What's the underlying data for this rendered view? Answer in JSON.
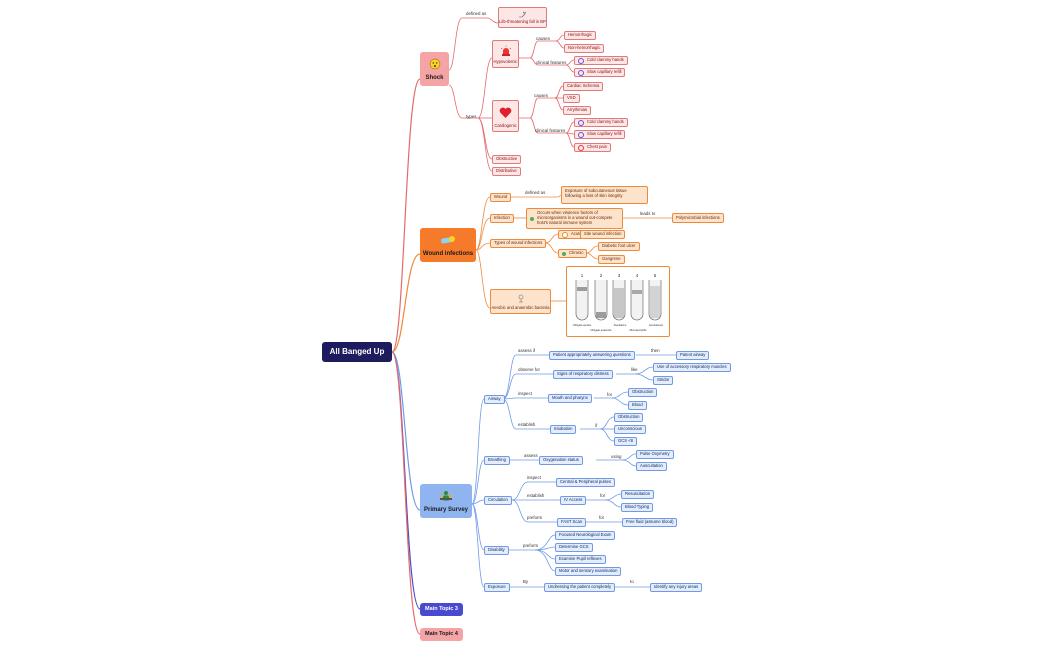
{
  "root": "All Banged Up",
  "colors": {
    "shock": "#e46a6a",
    "wound": "#ee8a3c",
    "primary": "#6f9ae8",
    "topic3": "#4a4ad0"
  },
  "shock": {
    "title": "Shock",
    "icon": "star-face-icon",
    "defined_as": "defined as",
    "definition": "Life-threatening fall in BP",
    "definition_icon": "hand-heart-icon",
    "types_label": "types",
    "hypovolemic": {
      "title": "Hypovolemic",
      "icon": "siren-icon",
      "causes_label": "causes",
      "causes": [
        "Hemorrhagic",
        "Non-hemorrhagic"
      ],
      "clinical_label": "clinical features",
      "features": [
        "Cold clammy hands",
        "Slow capillary refill"
      ]
    },
    "cardiogenic": {
      "title": "Cardiogenic",
      "icon": "heart-icon",
      "causes_label": "causes",
      "causes": [
        "Cardiac Ischemia",
        "VSD",
        "Arrythmias"
      ],
      "clinical_label": "clinical features",
      "features": [
        "Cold clammy hands",
        "Slow capillary refill",
        "Chest pain"
      ]
    },
    "others": [
      "Obstructive",
      "Distributive"
    ]
  },
  "wound": {
    "title": "Wound infections",
    "icon": "bandage-icon",
    "wound_label": "Wound",
    "defined_as": "defined as",
    "wound_def": "Exposure of subcutaneous tissue following a loss of skin integrity",
    "infection_label": "Infection",
    "infection_def": "Occurs when virulence factors of microorganisms in a wound out-compete host's natural immune system",
    "leads_to": "leads to",
    "leads_to_target": "Polymicrobial infections",
    "types_label": "Types of wound infections",
    "acute": "Acute",
    "acute_child": "Site wound infection",
    "chronic": "Chronic",
    "chronic_children": [
      "Diabetic foot ulcer",
      "Gangrene"
    ],
    "bacteria_label": "Aerobic and anaerobic bacteria",
    "bacteria_icon": "microscope-icon",
    "tubes": {
      "numbers": [
        "1",
        "2",
        "3",
        "4",
        "5"
      ],
      "captions": [
        "Obligate aerobe",
        "Facultative",
        "Aerotolerant"
      ],
      "bottom": [
        "Obligate anaerobe",
        "Microaerophile"
      ]
    }
  },
  "primary": {
    "title": "Primary Survey",
    "icon": "people-icon",
    "airway": {
      "label": "Airway",
      "assess_if": "assess if",
      "assess_node": "Patient appropriately answering questions",
      "then": "then",
      "then_node": "Patent airway",
      "observe_for": "observe for",
      "observe_node": "Signs of respiratory distress",
      "like": "like",
      "like_nodes": [
        "Use of accessory respiratory muscles",
        "Stridor"
      ],
      "inspect": "inspect",
      "inspect_node": "Mouth and pharynx",
      "for": "for",
      "for_nodes": [
        "Obstruction",
        "Blood"
      ],
      "establish": "establish",
      "establish_node": "Intubation",
      "if": "if",
      "if_nodes": [
        "Obstruction",
        "Unconscious",
        "GCS <8"
      ]
    },
    "breathing": {
      "label": "Breathing",
      "assess": "assess",
      "assess_node": "Oxygenation status",
      "using": "using",
      "using_nodes": [
        "Pulse Oxymetry",
        "Auscultation"
      ]
    },
    "circulation": {
      "label": "Circulation",
      "inspect": "inspect",
      "inspect_node": "Central & Peripheral pulses",
      "establish": "establish",
      "establish_node": "IV Access",
      "for": "for",
      "for_nodes": [
        "Resuscitation",
        "Blood Typing"
      ],
      "preform": "preform",
      "preform_node": "FAST Scan",
      "for2": "for",
      "for2_node": "Free fluid (assume blood)"
    },
    "disability": {
      "label": "Disability",
      "preform": "preform",
      "nodes": [
        "Focused Neurological Exam",
        "Determine GCS",
        "Examine Pupil reflexes",
        "Motor and sensory examination"
      ]
    },
    "exposure": {
      "label": "Exposure",
      "by": "By",
      "node": "Undressing the patient completely",
      "to": "to",
      "to_node": "Identify any injury areas"
    }
  },
  "topic3": "Main Topic 3",
  "topic4": "Main Topic 4"
}
